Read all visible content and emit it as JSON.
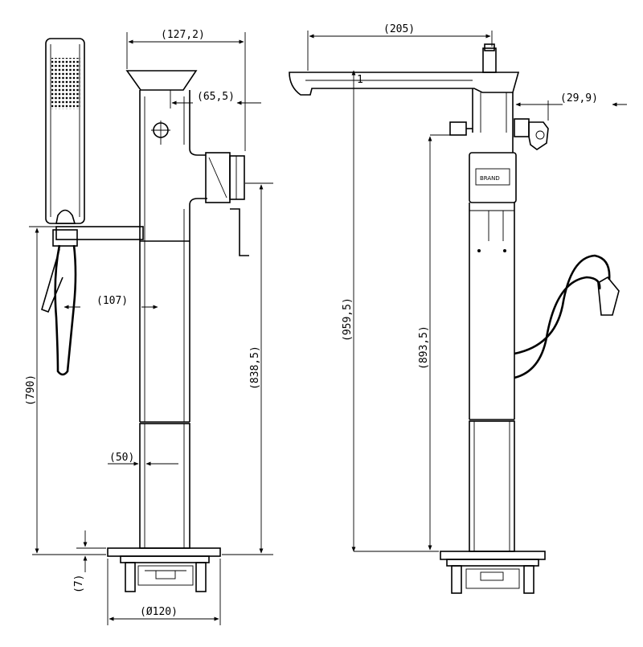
{
  "drawing": {
    "dimensions": {
      "handle_offset": "(127,2)",
      "outlet_offset": "(65,5)",
      "holder_offset": "(107)",
      "column_width": "(50)",
      "base_diameter": "(Ø120)",
      "base_thickness": "(7)",
      "holder_height": "(790)",
      "outlet_height": "(838,5)",
      "spout_reach": "(205)",
      "side_outlet_offset": "(29,9)",
      "total_height": "(959,5)",
      "hose_outlet_height": "(893,5)"
    },
    "labels": {
      "spout_mark": "1",
      "brand_plate": "BRAND"
    }
  }
}
